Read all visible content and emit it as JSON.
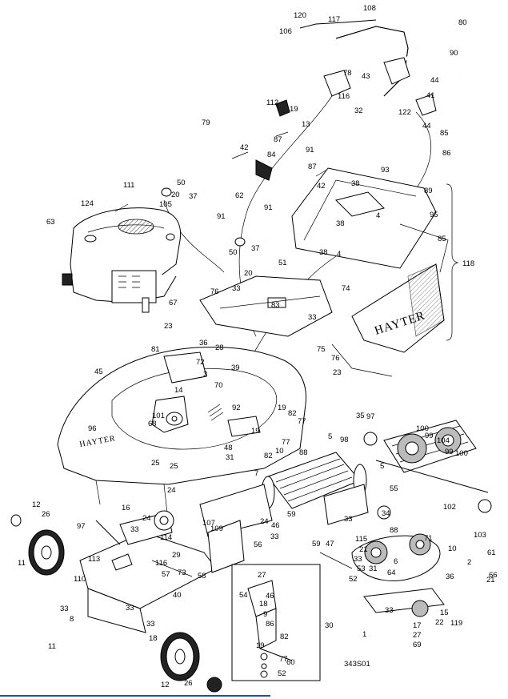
{
  "diagram": {
    "drawing_code": "343S01",
    "brand_text": "HAYTER",
    "labels": [
      "120",
      "106",
      "117",
      "108",
      "80",
      "90",
      "78",
      "43",
      "44",
      "41",
      "32",
      "116",
      "122",
      "44",
      "85",
      "86",
      "19",
      "13",
      "112",
      "79",
      "91",
      "87",
      "42",
      "50",
      "111",
      "105",
      "37",
      "20",
      "62",
      "91",
      "124",
      "63",
      "84",
      "87",
      "42",
      "91",
      "93",
      "38",
      "89",
      "4",
      "95",
      "38",
      "85",
      "118",
      "50",
      "37",
      "20",
      "51",
      "38",
      "4",
      "76",
      "33",
      "74",
      "83",
      "67",
      "23",
      "33",
      "81",
      "36",
      "72",
      "75",
      "76",
      "45",
      "28",
      "39",
      "23",
      "3",
      "70",
      "14",
      "101",
      "68",
      "92",
      "19",
      "82",
      "77",
      "35",
      "97",
      "96",
      "19",
      "77",
      "48",
      "31",
      "82",
      "5",
      "10",
      "88",
      "98",
      "100",
      "99",
      "104",
      "99",
      "100",
      "5",
      "55",
      "25",
      "25",
      "24",
      "7",
      "12",
      "26",
      "16",
      "24",
      "33",
      "109",
      "46",
      "33",
      "59",
      "34",
      "102",
      "103",
      "97",
      "114",
      "29",
      "107",
      "24",
      "56",
      "33",
      "59",
      "88",
      "71",
      "10",
      "61",
      "2",
      "66",
      "11",
      "113",
      "57",
      "115",
      "21",
      "47",
      "33",
      "53",
      "31",
      "64",
      "6",
      "116",
      "73",
      "58",
      "110",
      "40",
      "27",
      "54",
      "46",
      "18",
      "9",
      "86",
      "52",
      "30",
      "36",
      "21",
      "15",
      "22",
      "119",
      "33",
      "8",
      "33",
      "33",
      "18",
      "82",
      "19",
      "77",
      "52",
      "60",
      "17",
      "27",
      "69",
      "1",
      "33",
      "11",
      "26",
      "12"
    ]
  }
}
